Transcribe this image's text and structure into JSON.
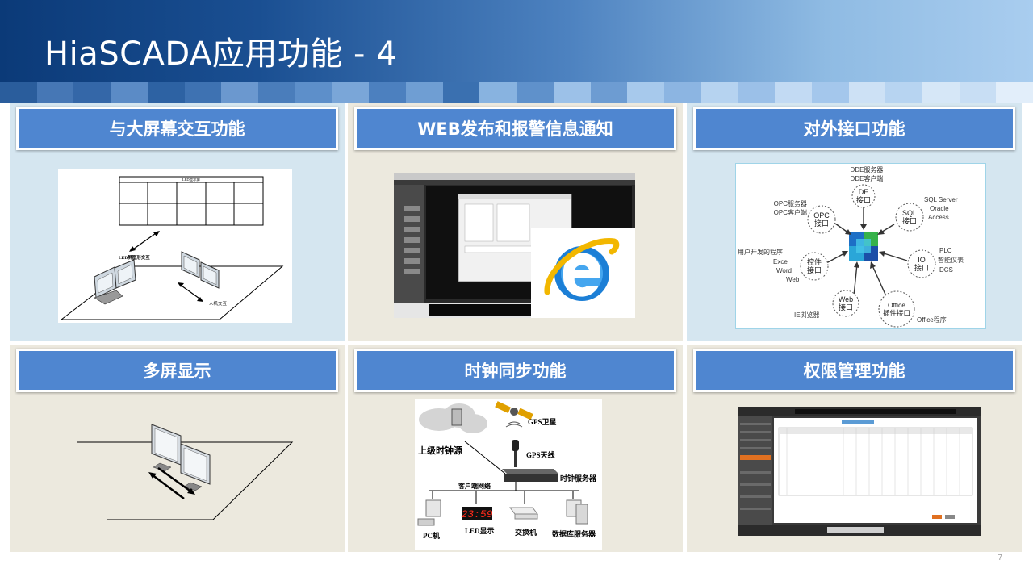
{
  "slide": {
    "title": "HiaSCADA应用功能 - 4",
    "page_number": "7"
  },
  "panels": [
    {
      "heading": "与大屏幕交互功能",
      "diagram": {
        "screen_label": "LED显示屏",
        "led_label": "LED屏图形交互",
        "hmi_label": "人机交互"
      }
    },
    {
      "heading": "WEB发布和报警信息通知"
    },
    {
      "heading": "对外接口功能",
      "diagram": {
        "dde_services": "DDE服务器\nDDE客户端",
        "dde_node": "DE\n接口",
        "opc_services": "OPC服务器\nOPC客户端",
        "opc_node": "OPC\n接口",
        "sql_services": "SQL Server\nOracle\nAccess",
        "sql_node": "SQL\n接口",
        "control_services": "用户开发的程序\nExcel\nWord\nWeb",
        "control_node": "控件\n接口",
        "io_services": "PLC\n智能仪表\nDCS",
        "io_node": "IO\n接口",
        "web_services": "IE浏览器",
        "web_node": "Web\n接口",
        "office_services": "Office程序",
        "office_node": "Office\n插件接口"
      }
    },
    {
      "heading": "多屏显示"
    },
    {
      "heading": "时钟同步功能",
      "diagram": {
        "upstream": "上级时钟源",
        "gps_satellite": "GPS卫星",
        "gps_antenna": "GPS天线",
        "time_server": "时钟服务器",
        "client_network": "客户端网络",
        "led_time": "23:59",
        "pc": "PC机",
        "led_display": "LED显示",
        "switch": "交换机",
        "db_server": "数据库服务器"
      }
    },
    {
      "heading": "权限管理功能"
    }
  ],
  "colors": {
    "header_dark": "#0b3a78",
    "header_light": "#a9cdef",
    "panel_heading_bg": "#4f86d0",
    "panel_bg_blue": "#d5e6f0",
    "panel_bg_beige": "#ece9de"
  }
}
